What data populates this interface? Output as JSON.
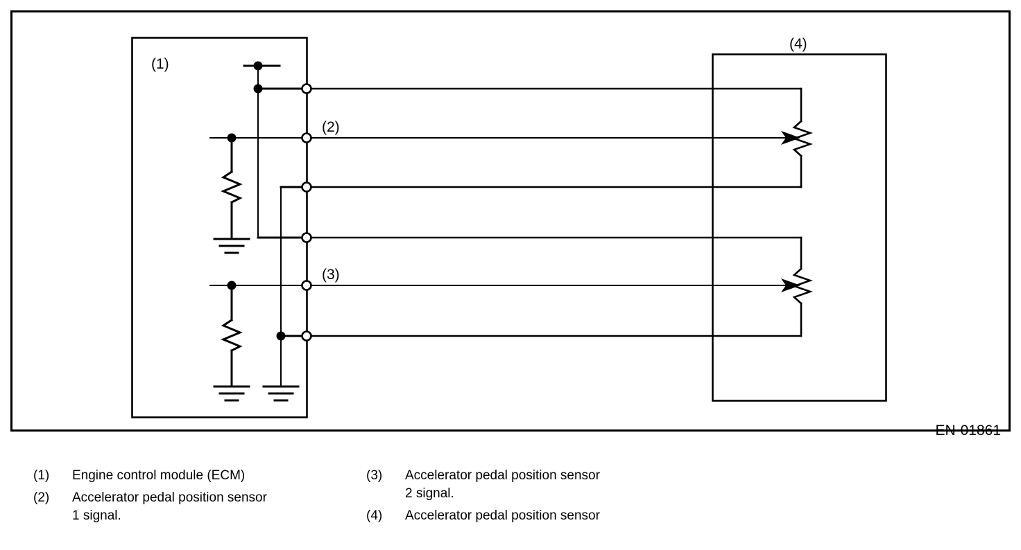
{
  "diagram": {
    "code_label": "EN-01861",
    "callouts": {
      "ecm": "(1)",
      "sensor1_signal": "(2)",
      "sensor2_signal": "(3)",
      "sensor_unit": "(4)"
    },
    "colors": {
      "line": "#000000",
      "background": "#ffffff"
    },
    "components": {
      "ecm_box": "engine-control-module-enclosure",
      "sensor_box": "accelerator-pedal-position-sensor-enclosure",
      "pull_down_resistor_1": "resistor",
      "pull_down_resistor_2": "resistor",
      "potentiometer_1": "potentiometer",
      "potentiometer_2": "potentiometer",
      "ground_1": "ground-symbol",
      "ground_2": "ground-symbol",
      "ground_3": "ground-symbol",
      "power_supply_node": "power-supply-terminal",
      "connector_terminals": 6
    }
  },
  "legend": {
    "left": [
      {
        "num": "(1)",
        "line1": "Engine control module (ECM)",
        "line2": ""
      },
      {
        "num": "(2)",
        "line1": "Accelerator pedal position sensor",
        "line2": "1 signal."
      }
    ],
    "right": [
      {
        "num": "(3)",
        "line1": "Accelerator pedal position sensor",
        "line2": "2 signal."
      },
      {
        "num": "(4)",
        "line1": "Accelerator pedal position sensor",
        "line2": ""
      }
    ]
  }
}
